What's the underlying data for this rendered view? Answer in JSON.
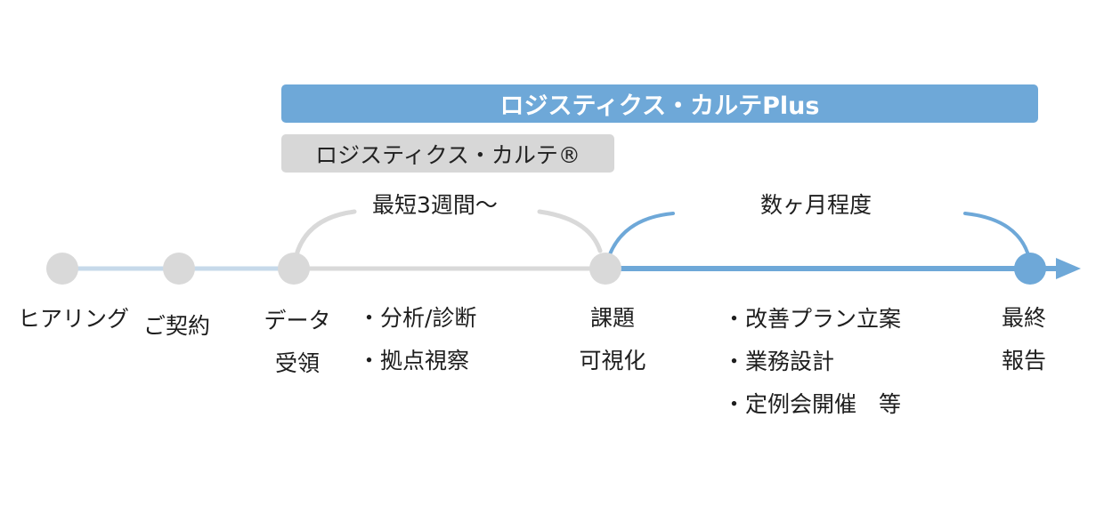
{
  "bars": {
    "plus": "ロジスティクス・カルテPlus",
    "karte": "ロジスティクス・カルテ®"
  },
  "phases": {
    "short": "最短3週間～",
    "long": "数ヶ月程度"
  },
  "steps": {
    "hearing": "ヒアリング",
    "contract": "ご契約",
    "data_receipt": [
      "データ",
      "受領"
    ],
    "analysis": [
      "・分析/診断",
      "・拠点視察"
    ],
    "visualize": [
      "課題",
      "可視化"
    ],
    "improve": [
      "・改善プラン立案",
      "・業務設計",
      "・定例会開催　等"
    ],
    "final": [
      "最終",
      "報告"
    ]
  },
  "colors": {
    "blue": "#6ea8d8",
    "gray": "#d7d7d7",
    "node_gray": "#d9d9d9"
  }
}
